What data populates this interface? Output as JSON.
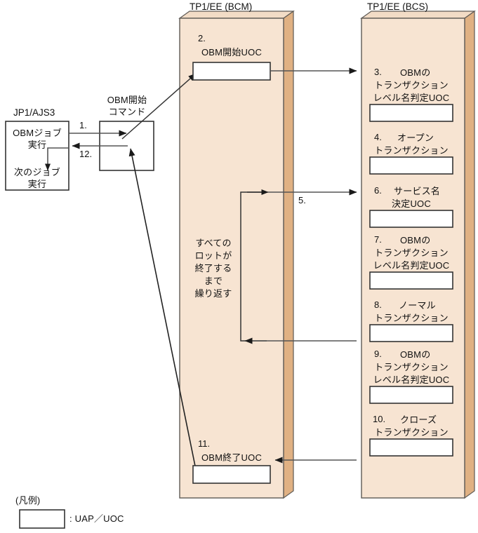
{
  "diagram": {
    "type": "sequence-flow-diagram",
    "columns": [
      {
        "id": "ajs3",
        "title": "JP1/AJS3"
      },
      {
        "id": "cmd",
        "title_line1": "OBM開始",
        "title_line2": "コマンド"
      },
      {
        "id": "bcm",
        "title": "TP1/EE (BCM)"
      },
      {
        "id": "bcs",
        "title": "TP1/EE (BCS)"
      }
    ],
    "ajs3": {
      "box1_line1": "OBMジョブ",
      "box1_line2": "実行",
      "box2_line1": "次のジョブ",
      "box2_line2": "実行"
    },
    "bcm": {
      "steps": [
        {
          "num": "2.",
          "lines": [
            "OBM開始UOC"
          ]
        },
        {
          "num": "11.",
          "lines": [
            "OBM終了UOC"
          ]
        }
      ],
      "loop_text": [
        "すべての",
        "ロットが",
        "終了する",
        "まで",
        "繰り返す"
      ]
    },
    "bcs": {
      "steps": [
        {
          "num": "3.",
          "lines": [
            "OBMの",
            "トランザクション",
            "レベル名判定UOC"
          ]
        },
        {
          "num": "4.",
          "lines": [
            "オープン",
            "トランザクション"
          ]
        },
        {
          "num": "6.",
          "lines": [
            "サービス名",
            "決定UOC"
          ]
        },
        {
          "num": "7.",
          "lines": [
            "OBMの",
            "トランザクション",
            "レベル名判定UOC"
          ]
        },
        {
          "num": "8.",
          "lines": [
            "ノーマル",
            "トランザクション"
          ]
        },
        {
          "num": "9.",
          "lines": [
            "OBMの",
            "トランザクション",
            "レベル名判定UOC"
          ]
        },
        {
          "num": "10.",
          "lines": [
            "クローズ",
            "トランザクション"
          ]
        }
      ]
    },
    "arrows": [
      {
        "id": "a1",
        "label": "1."
      },
      {
        "id": "a12",
        "label": "12."
      },
      {
        "id": "a5",
        "label": "5."
      }
    ],
    "legend": {
      "title": "(凡例)",
      "entry": ": UAP／UOC"
    },
    "colors": {
      "panel_fill": "#f7e4d2",
      "panel_side": "#e0b183",
      "panel_top": "#f2dcc6",
      "panel_stroke": "#5e5a55",
      "box_fill": "#ffffff",
      "box_stroke": "#333333",
      "line": "#555555",
      "arrow_dark": "#1a1a1a",
      "text": "#111111"
    }
  }
}
